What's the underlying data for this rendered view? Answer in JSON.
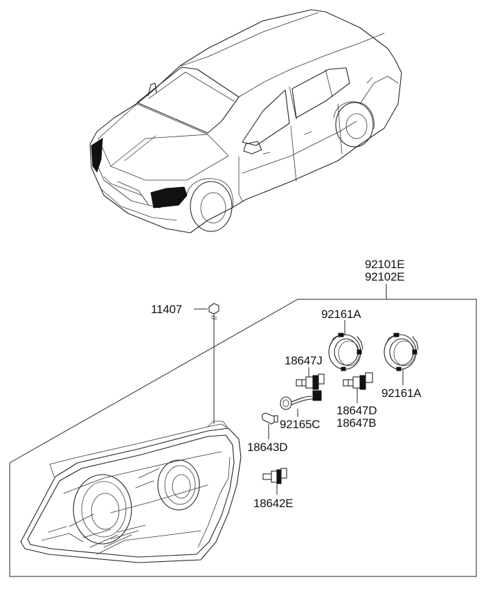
{
  "diagram": {
    "callouts": {
      "assembly_left": "92101E",
      "assembly_right": "92102E",
      "screw": "11407",
      "bulb_cover_top": "92161A",
      "bulb_cover_right": "92161A",
      "low_beam_bulb": "18647J",
      "high_beam_bulb_1": "18647D",
      "high_beam_bulb_2": "18647B",
      "socket_wiring": "92165C",
      "side_bulb": "18643D",
      "turn_bulb": "18642E"
    },
    "colors": {
      "line": "#222222",
      "headlamp_highlight": "#111111",
      "background": "#ffffff"
    }
  }
}
